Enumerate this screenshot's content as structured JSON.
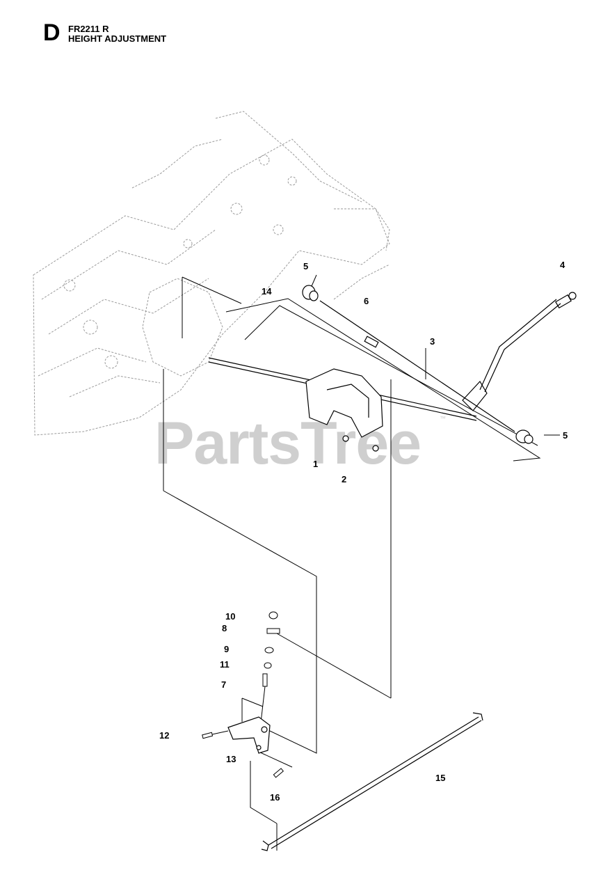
{
  "header": {
    "section_letter": "D",
    "model": "FR2211 R",
    "title": "HEIGHT ADJUSTMENT"
  },
  "watermark": {
    "text": "PartsTree",
    "trademark": "™"
  },
  "callouts": [
    "1",
    "2",
    "3",
    "4",
    "5",
    "5",
    "6",
    "7",
    "8",
    "9",
    "10",
    "11",
    "12",
    "13",
    "14",
    "15",
    "16"
  ],
  "colors": {
    "line": "#000000",
    "ghost": "#9a9a9a",
    "watermark": "#cfcfcf"
  }
}
